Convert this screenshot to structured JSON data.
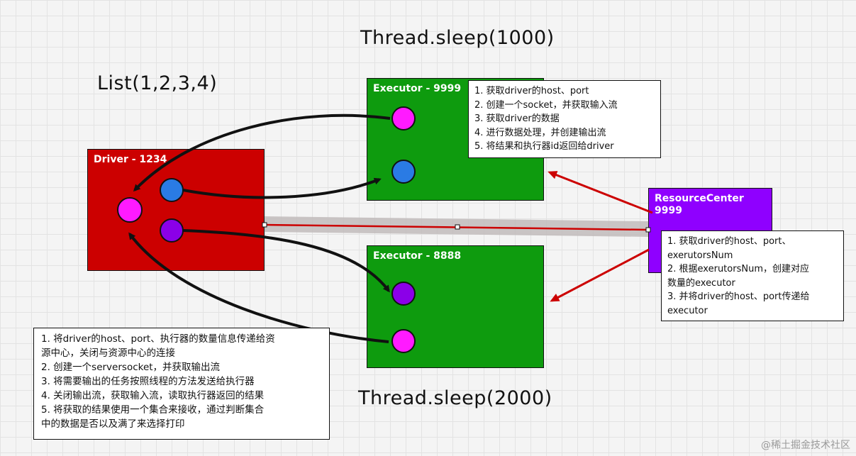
{
  "titles": {
    "top_sleep": "Thread.sleep(1000)",
    "list": "List(1,2,3,4)",
    "bottom_sleep": "Thread.sleep(2000)"
  },
  "driver": {
    "label": "Driver - 1234",
    "color": "#cc0000"
  },
  "executor_top": {
    "label": "Executor - 9999",
    "color": "#0e9b0e"
  },
  "executor_bottom": {
    "label": "Executor - 8888",
    "color": "#0e9b0e"
  },
  "resource_center": {
    "label_line1": "ResourceCenter",
    "label_line2": "9999",
    "color": "#8f00ff"
  },
  "notes": {
    "executor": [
      "1. 获取driver的host、port",
      "2. 创建一个socket，并获取输入流",
      "3. 获取driver的数据",
      "4. 进行数据处理，并创建输出流",
      "5. 将结果和执行器id返回给driver"
    ],
    "resource_center": [
      "1. 获取driver的host、port、",
      "exerutorsNum",
      "2. 根据exerutorsNum，创建对应",
      "数量的executor",
      "3.  并将driver的host、port传递给",
      "executor"
    ],
    "driver": [
      "1.  将driver的host、port、执行器的数量信息传递给资",
      "源中心，关闭与资源中心的连接",
      "2. 创建一个serversocket，并获取输出流",
      "3. 将需要输出的任务按照线程的方法发送给执行器",
      "4. 关闭输出流，获取输入流，读取执行器返回的结果",
      "5. 将获取的结果使用一个集合来接收，通过判断集合",
      "中的数据是否以及满了来选择打印"
    ]
  },
  "colors": {
    "magenta": "#ff1aff",
    "blue": "#2a7be4",
    "purple": "#8b00e8",
    "arrow_red": "#cc0000"
  },
  "watermark": "@稀土掘金技术社区"
}
